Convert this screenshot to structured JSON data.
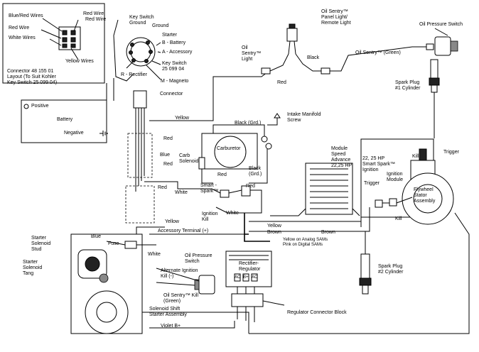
{
  "inset": {
    "wires": [
      "Blue/Red Wires",
      "Red Wire",
      "Red Wire",
      "White Wires",
      "Yellow Wires"
    ],
    "connector_note": "Connector 48 155 01\nLayout (To Suit Kohler\nKey Switch 25 099 04)"
  },
  "battery": {
    "positive": "Positive",
    "title": "Battery",
    "negative": "Negative"
  },
  "key_switch": {
    "ground_label": "Key Switch\nGround",
    "terminals": [
      "Ground",
      "Starter",
      "B - Battery",
      "A - Accessory",
      "R - Rectifier",
      "M - Magneto"
    ],
    "title": "Key Switch\n25 099 04"
  },
  "labels": {
    "connector": "Connector",
    "yellow_top": "Yellow",
    "oil_sentry_panel": "Oil Sentry™\nPanel Light/\nRemote Light",
    "oil_pressure_switch_top": "Oil Pressure Switch",
    "oil_sentry_light": "Oil\nSentry™\nLight",
    "black": "Black",
    "red_osl": "Red",
    "oil_sentry_green": "Oil Sentry™ (Green)",
    "spark_plug_1": "Spark Plug\n#1 Cylinder",
    "intake_screw": "Intake Manifold\nScrew",
    "black_grd_1": "Black (Grd.)",
    "carburetor": "Carburetor",
    "carb_solenoid": "Carb\nSolenoid",
    "red_harness_1": "Red",
    "blue_harness": "Blue",
    "red_harness_2": "Red",
    "red_carb": "Red",
    "black_grd_2": "Black\n(Grd.)",
    "smart_spark": "Smart -\nSpark™",
    "red_smart": "Red",
    "red_left": "Red",
    "white_mid": "White",
    "ignition_kill": "Ignition\nKill",
    "white_low": "White",
    "module_speed": "Module\nSpeed\nAdvance\n22,25 HP",
    "smart_spark_ignition": "22, 25 HP\nSmart Spark™\nIgnition",
    "kill_top": "Kill",
    "trigger_top": "Trigger",
    "ignition_module": "Ignition\nModule",
    "trigger_mid": "Trigger",
    "flywheel": "Flywheel\nStator\nAssembly",
    "kill_mid": "Kill",
    "yellow_right": "Yellow",
    "yellow_left": "Yellow",
    "brown_1": "Brown",
    "brown_2": "Brown",
    "yellow_note": "Yellow on Analog SAMs\nPink on Digital SAMs",
    "blue_starter": "Blue",
    "accessory_terminal": "Accessory Terminal (+)",
    "starter_stud": "Starter\nSolenoid\nStud",
    "fuse": "Fuse",
    "white_starter": "White",
    "oil_pressure_switch_low": "Oil Pressure\nSwitch",
    "rectifier_regulator": "Rectifier-\nRegulator",
    "rr_terms": [
      "AC",
      "B+",
      "AC"
    ],
    "starter_tang": "Starter\nSolenoid\nTang",
    "alt_ignition_kill": "Alternate Ignition\nKill (-)",
    "oil_sentry_kill": "Oil Sentry™ Kill\n(Green)",
    "spark_plug_2": "Spark Plug\n#2 Cylinder",
    "solenoid_shift": "Solenoid Shift\nStarter Assembly",
    "regulator_block": "Regulator Connector Block",
    "violet": "Violet B+"
  },
  "icons": [
    "ground-symbol-icon",
    "spark-plug-icon",
    "connector-plug-icon",
    "battery-icon"
  ]
}
